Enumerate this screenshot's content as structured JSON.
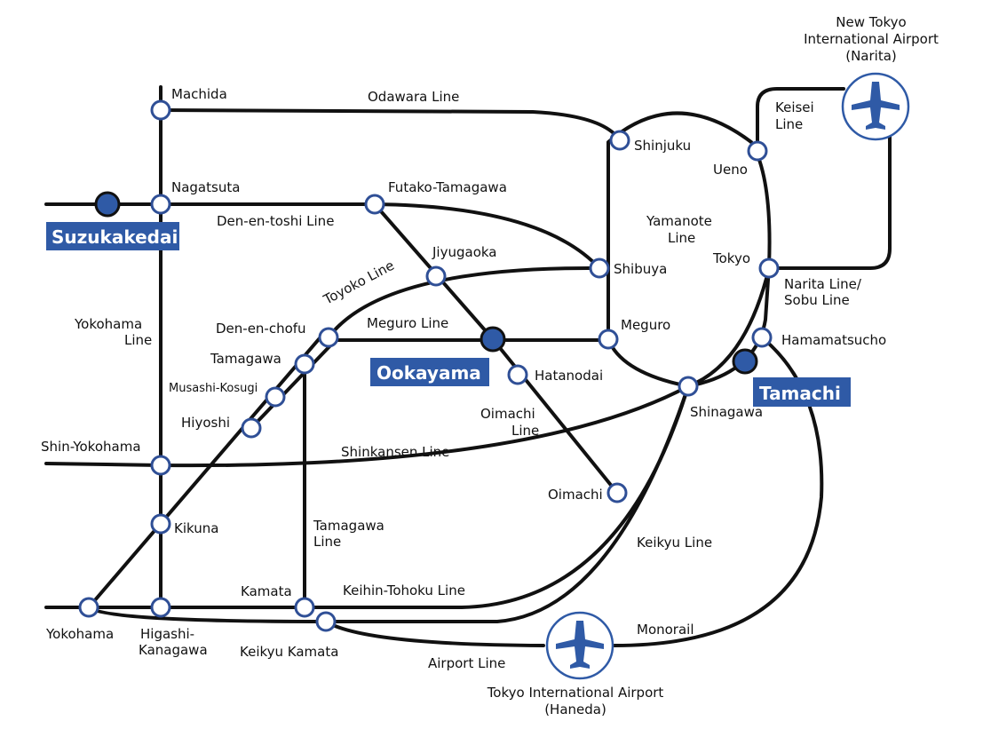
{
  "colors": {
    "line": "#111111",
    "station_ring": "#2f4f96",
    "highlight": "#2f5aa6"
  },
  "lines": {
    "odawara": "Odawara Line",
    "den_en_toshi": "Den-en-toshi Line",
    "toyoko": "Toyoko Line",
    "meguro": "Meguro Line",
    "yokohama_1": "Yokohama",
    "yokohama_2": "Line",
    "shinkansen": "Shinkansen Line",
    "oimachi_1": "Oimachi",
    "oimachi_2": "Line",
    "tamagawa_1": "Tamagawa",
    "tamagawa_2": "Line",
    "keihin_tohoku": "Keihin-Tohoku Line",
    "keikyu": "Keikyu Line",
    "airport": "Airport Line",
    "monorail": "Monorail",
    "yamanote_1": "Yamanote",
    "yamanote_2": "Line",
    "keisei_1": "Keisei",
    "keisei_2": "Line",
    "narita_sobu_1": "Narita Line/",
    "narita_sobu_2": "Sobu Line"
  },
  "stations": {
    "machida": "Machida",
    "nagatsuta": "Nagatsuta",
    "futako_tamagawa": "Futako-Tamagawa",
    "shinjuku": "Shinjuku",
    "ueno": "Ueno",
    "jiyugaoka": "Jiyugaoka",
    "shibuya": "Shibuya",
    "tokyo": "Tokyo",
    "den_en_chofu": "Den-en-chofu",
    "meguro": "Meguro",
    "hamamatsucho": "Hamamatsucho",
    "tamagawa": "Tamagawa",
    "musashi_kosugi": "Musashi-Kosugi",
    "hatanodai": "Hatanodai",
    "hiyoshi": "Hiyoshi",
    "shinagawa": "Shinagawa",
    "shin_yokohama": "Shin-Yokohama",
    "oimachi": "Oimachi",
    "kikuna": "Kikuna",
    "kamata": "Kamata",
    "yokohama": "Yokohama",
    "higashi_kanagawa_1": "Higashi-",
    "higashi_kanagawa_2": "Kanagawa",
    "keikyu_kamata": "Keikyu Kamata"
  },
  "highlighted_stations": {
    "suzukakedai": "Suzukakedai",
    "ookayama": "Ookayama",
    "tamachi": "Tamachi"
  },
  "airports": {
    "narita_1": "New Tokyo",
    "narita_2": "International Airport",
    "narita_3": "(Narita)",
    "haneda_1": "Tokyo International Airport",
    "haneda_2": "(Haneda)",
    "icon": "airplane-icon"
  }
}
